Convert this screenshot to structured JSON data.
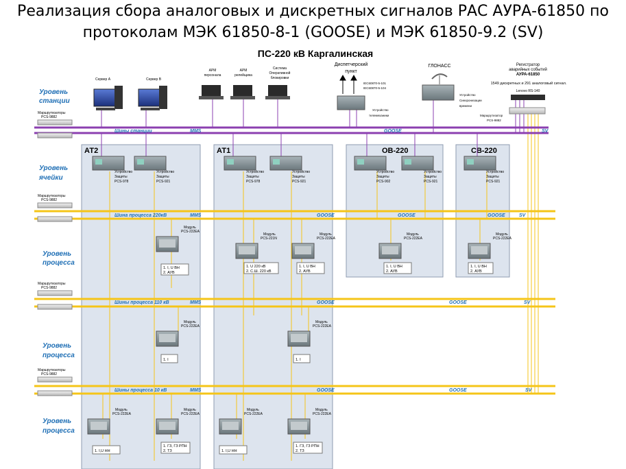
{
  "title_line1": "Реализация сбора аналоговых и дискретных сигналов РАС АУРА-61850 по",
  "title_line2": "протоколам МЭК 61850-8-1 (GOOSE) и МЭК 61850-9.2 (SV)",
  "substation": "ПС-220 кВ Каргалинская",
  "levels": {
    "station": [
      "Уровень",
      "станции"
    ],
    "cell": [
      "Уровень",
      "ячейки"
    ],
    "process1": [
      "Уровень",
      "процесса"
    ],
    "process2": [
      "Уровень",
      "процесса"
    ],
    "process3": [
      "Уровень",
      "процесса"
    ]
  },
  "routers_label": [
    "Маршрутизаторы",
    "PCS-9882"
  ],
  "top_devices": {
    "server_a": "Сервер А",
    "server_b": "Сервер В",
    "arm_personnel": [
      "АРМ",
      "персонала"
    ],
    "arm_relay": [
      "АРМ",
      "релейщика"
    ],
    "oper_block": [
      "Система",
      "Оперативной",
      "блокировки"
    ],
    "dispatch": [
      "Диспетчерский",
      "пункт"
    ],
    "iec_101": "IEC60870-5-101",
    "iec_104": "IEC60870-5-104",
    "telemech": [
      "Устройство",
      "телемеханики"
    ],
    "glonass": "ГЛОНАСС",
    "sync": [
      "Устройство",
      "Синхронизации",
      "времени"
    ],
    "registrar": [
      "Регистратор",
      "аварийных событий",
      "АУРА-61850"
    ],
    "registrar_note": "1549 дискретных и 291 аналоговый сигнал.",
    "lenovo": "Lenovo RS-140",
    "router_right": [
      "Маршрутизатор",
      "PCS-9882"
    ]
  },
  "buses": {
    "station_bus": "Шины станции",
    "mms": "MMS",
    "goose": "GOOSE",
    "sv": "SV",
    "process_220": "Шина процесса 220кВ",
    "process_110": "Шины процесса 110 кВ",
    "process_10": "Шины процесса 10 кВ"
  },
  "bays": {
    "at2": "АТ2",
    "at1": "АТ1",
    "ov220": "ОВ-220",
    "sv220": "СВ-220"
  },
  "protection": {
    "at2_a": [
      "Устройство",
      "Защиты",
      "PCS-978"
    ],
    "at2_b": [
      "Устройство",
      "Защиты",
      "PCS-921"
    ],
    "at1_a": [
      "Устройство",
      "Защиты",
      "PCS-978"
    ],
    "at1_b": [
      "Устройство",
      "Защиты",
      "PCS-921"
    ],
    "ov_a": [
      "Устройство",
      "Защиты",
      "PCS-902"
    ],
    "ov_b": [
      "Устройство",
      "Защиты",
      "PCS-921"
    ],
    "sv_a": [
      "Устройство",
      "Защиты",
      "PCS-921"
    ]
  },
  "modules": {
    "pcs222ea": [
      "Модуль",
      "PCS-222EA"
    ],
    "pcs221n": [
      "Модуль",
      "PCS-221N"
    ]
  },
  "signals": {
    "at2_220": [
      "1. I, U ВН",
      "2. АУВ"
    ],
    "at1_220_a": [
      "1. U 220 кВ",
      "2. С.Ш. 220 кВ"
    ],
    "at1_220_b": [
      "1. I, U ВН",
      "2. АУВ"
    ],
    "ov_220": [
      "1. I, U ВН",
      "2. АУВ"
    ],
    "sv_220": [
      "1. I, U ВН",
      "2. АУВ"
    ],
    "at2_110": "1. I",
    "at1_110": "1. I",
    "at2_10_a": "1. I,U НН",
    "at2_10_b": [
      "1. ГЗ, ГЗ РПН",
      "2. ТЗ"
    ],
    "at1_10_a": "1. I,U НН",
    "at1_10_b": [
      "1. ГЗ, ГЗ РПН",
      "2. ТЗ"
    ]
  },
  "colors": {
    "station_bus": "#8b3fb0",
    "process_bus": "#f5c518",
    "bay_fill": "#dde4ee",
    "title_blue": "#1f6fb5"
  }
}
